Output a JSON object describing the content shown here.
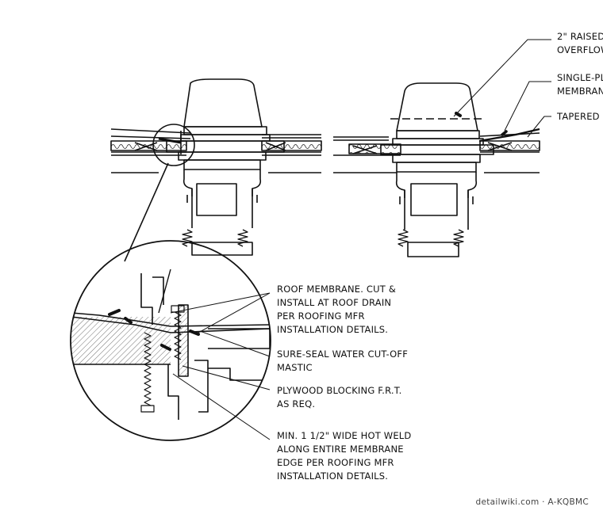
{
  "callouts": {
    "overflow": {
      "line1": "2\" RAISED",
      "line2": "OVERFLOW"
    },
    "single_ply": {
      "line1": "SINGLE-PL",
      "line2": "MEMBRAN"
    },
    "tapered": {
      "line1": "TAPERED I"
    },
    "roof_membrane": {
      "line1": "ROOF MEMBRANE. CUT &",
      "line2": "INSTALL AT ROOF DRAIN",
      "line3": "PER ROOFING MFR",
      "line4": "INSTALLATION DETAILS."
    },
    "sure_seal": {
      "line1": "SURE-SEAL WATER CUT-OFF",
      "line2": "MASTIC"
    },
    "plywood": {
      "line1": "PLYWOOD BLOCKING F.R.T.",
      "line2": "AS REQ."
    },
    "hot_weld": {
      "line1": "MIN. 1 1/2\" WIDE HOT WELD",
      "line2": "ALONG ENTIRE MEMBRANE",
      "line3": "EDGE PER ROOFING MFR",
      "line4": "INSTALLATION DETAILS."
    }
  },
  "watermark": "detailwiki.com · A-KQBMC"
}
